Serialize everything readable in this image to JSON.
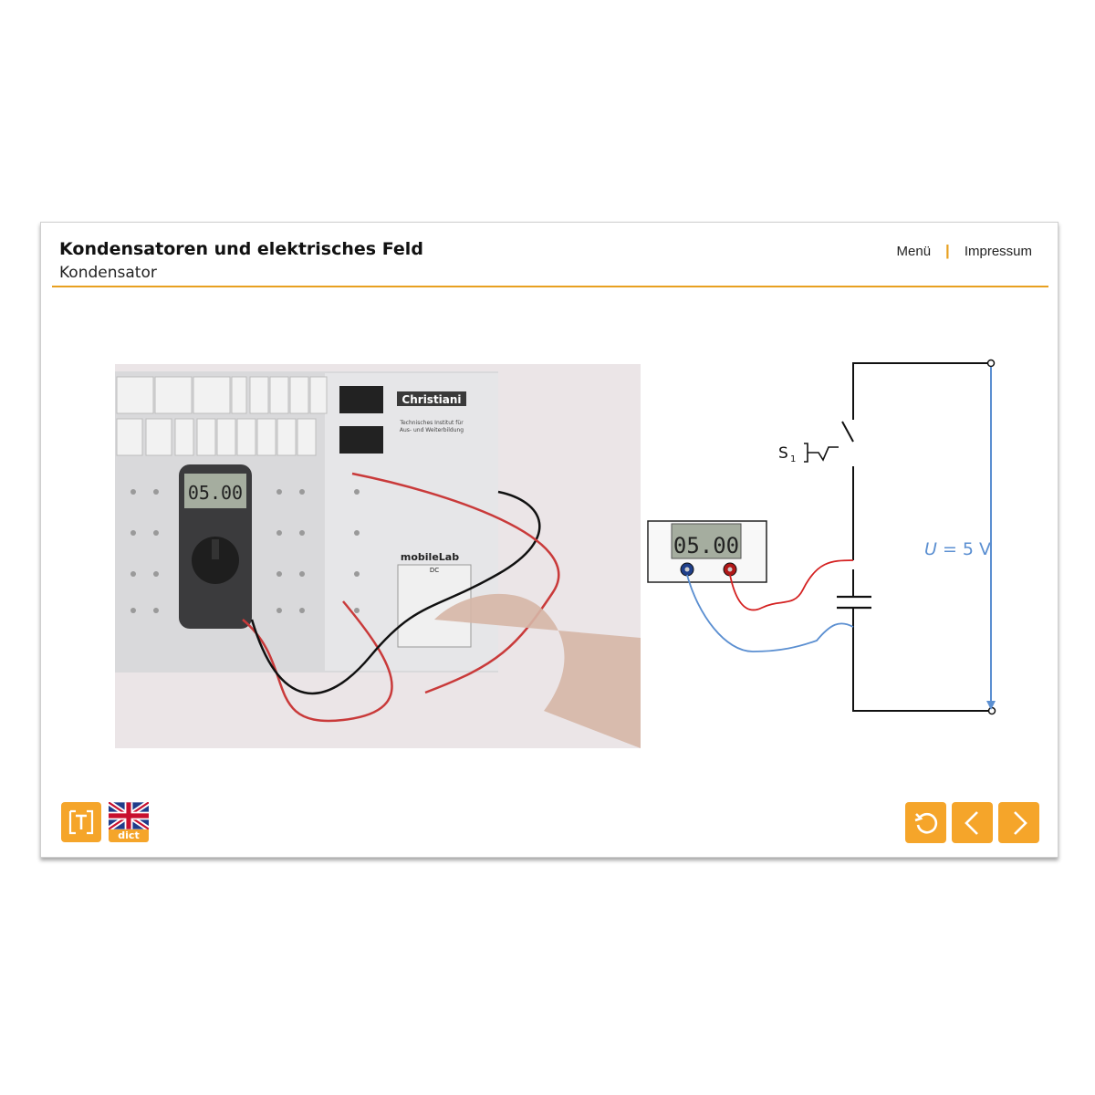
{
  "header": {
    "title": "Kondensatoren und elektrisches Feld",
    "subtitle": "Kondensator"
  },
  "nav": {
    "menu_label": "Menü",
    "separator": "|",
    "imprint_label": "Impressum"
  },
  "photo": {
    "brand_label": "Christiani",
    "institute_line1": "Technisches Institut für",
    "institute_line2": "Aus- und Weiterbildung",
    "product_label": "mobileLab",
    "product_sub": "DC",
    "multimeter_reading": "05.00"
  },
  "schematic": {
    "switch_label": "S",
    "switch_index": "1",
    "voltage_var": "U",
    "voltage_value": " = 5 V",
    "meter_reading": "05.00",
    "wire_color": "#111111",
    "voltage_color": "#5b8fd1",
    "probe_red": "#d42020",
    "probe_blue": "#5b8fd1"
  },
  "footer": {
    "tool_icon": "text-tool-icon",
    "dict_icon": "uk-flag-icon",
    "dict_label": "dict",
    "reload_icon": "reload-icon",
    "back_icon": "chevron-left-icon",
    "forward_icon": "chevron-right-icon"
  },
  "colors": {
    "accent": "#f5a52a",
    "rule": "#e8a020"
  }
}
